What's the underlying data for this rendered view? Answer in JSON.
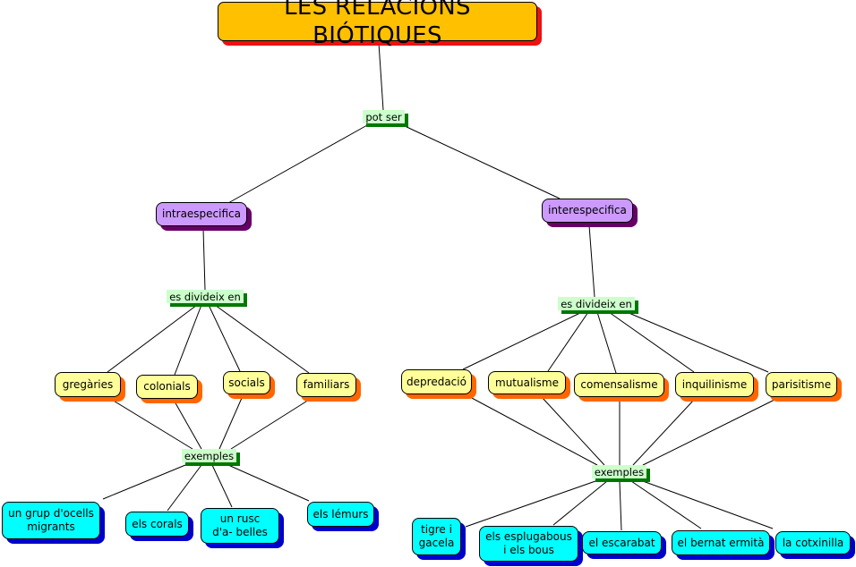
{
  "title": "LES RELACIONS BIÓTIQUES",
  "link_root": "pot ser",
  "categories": {
    "intra": "intraespecifica",
    "inter": "interespecifica"
  },
  "links": {
    "intra_divide": "es divideix en",
    "inter_divide": "es divideix en",
    "intra_examples": "exemples",
    "inter_examples": "exemples"
  },
  "intra_types": [
    "gregàries",
    "colonials",
    "socials",
    "familiars"
  ],
  "inter_types": [
    "depredació",
    "mutualisme",
    "comensalisme",
    "inquilinisme",
    "parisitisme"
  ],
  "intra_examples": [
    "un grup d'ocells migrants",
    "els corals",
    "un rusc d'a- belles",
    "els lémurs"
  ],
  "inter_examples": [
    "tigre i gacela",
    "els esplugabous i els bous",
    "el escarabat",
    "el bernat ermità",
    "la cotxinilla"
  ],
  "colors": {
    "title_fill": "#ffc000",
    "title_shadow": "#ee1111",
    "category_fill": "#cc99ff",
    "category_shadow": "#660066",
    "type_fill": "#ffff99",
    "type_shadow": "#ff6600",
    "example_fill": "#00ffff",
    "example_shadow": "#0000cc",
    "link_fill": "#ccffcc",
    "link_shadow": "#007700"
  }
}
